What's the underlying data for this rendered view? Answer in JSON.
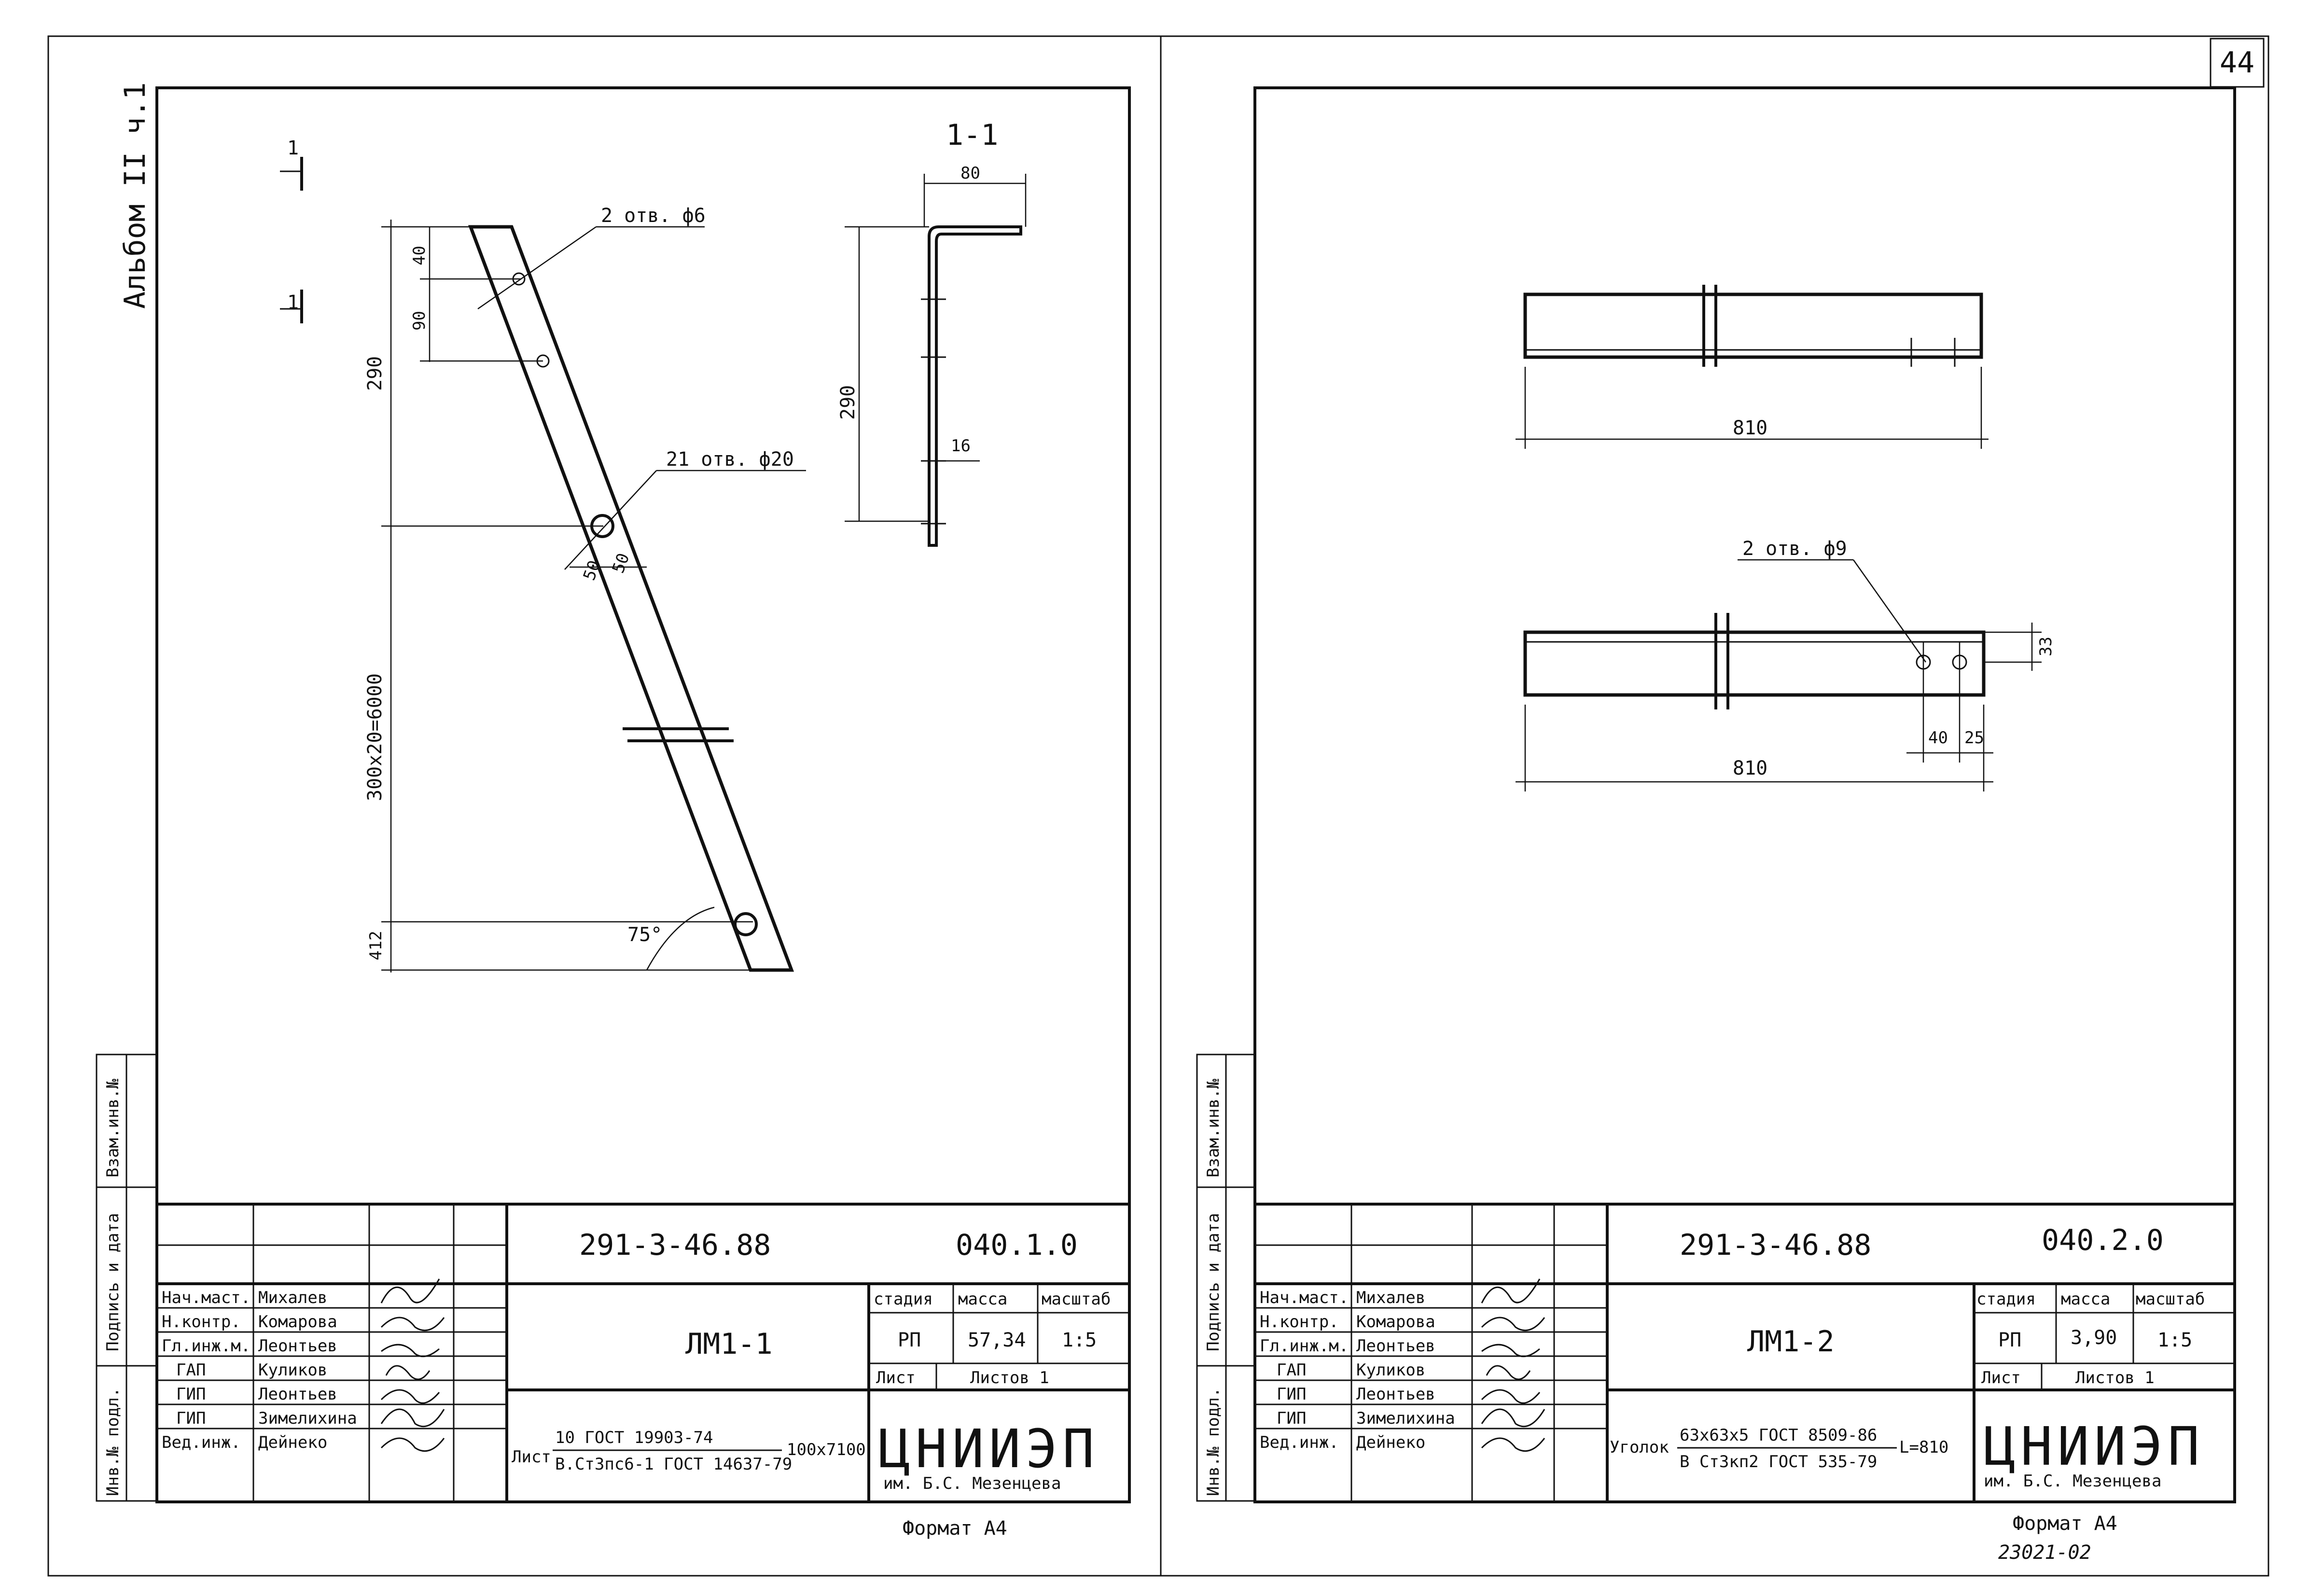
{
  "page_number": "44",
  "album_label": "Альбом II ч.1",
  "bottom_right_code": "23021-02",
  "sheets": [
    {
      "id": "sheet-1",
      "doc_code": "291-3-46.88",
      "sheet_code": "040.1.0",
      "title": "ЛМ1-1",
      "stage": "РП",
      "mass": "57,34",
      "scale": "1:5",
      "sheet_label": "Лист",
      "sheets_label": "Листов 1",
      "material_prefix": "Лист",
      "material_top": "10 ГОСТ 19903-74",
      "material_bottom": "В.Ст3пс6-1 ГОСТ 14637-79",
      "material_suffix": "100x7100",
      "org": "ЦНИИЭП",
      "org_sub": "им. Б.С. Мезенцева",
      "format": "Формат А4",
      "staff": [
        {
          "role": "Нач.маст.",
          "name": "Михалев"
        },
        {
          "role": "Н.контр.",
          "name": "Комарова"
        },
        {
          "role": "Гл.инж.м.",
          "name": "Леонтьев"
        },
        {
          "role": "ГАП",
          "name": "Куликов"
        },
        {
          "role": "ГИП",
          "name": "Леонтьев"
        },
        {
          "role": "ГИП",
          "name": "Зимелихина"
        },
        {
          "role": "Вед.инж.",
          "name": "Дейнеко"
        }
      ],
      "drawing": {
        "section_label": "1-1",
        "section_mark": "1",
        "callout_holes_small": "2 отв. ф6",
        "callout_holes_large": "21 отв. ф20",
        "dims": [
          "290",
          "40",
          "90",
          "300x20=6000",
          "412",
          "50",
          "50",
          "75°",
          "80",
          "290",
          "16"
        ]
      }
    },
    {
      "id": "sheet-2",
      "doc_code": "291-3-46.88",
      "sheet_code": "040.2.0",
      "title": "ЛМ1-2",
      "stage": "РП",
      "mass": "3,90",
      "scale": "1:5",
      "sheet_label": "Лист",
      "sheets_label": "Листов 1",
      "material_prefix": "Уголок",
      "material_top": "63x63x5 ГОСТ 8509-86",
      "material_bottom": "В Ст3кп2 ГОСТ 535-79",
      "material_suffix": "L=810",
      "org": "ЦНИИЭП",
      "org_sub": "им. Б.С. Мезенцева",
      "format": "Формат А4",
      "staff": [
        {
          "role": "Нач.маст.",
          "name": "Михалев"
        },
        {
          "role": "Н.контр.",
          "name": "Комарова"
        },
        {
          "role": "Гл.инж.м.",
          "name": "Леонтьев"
        },
        {
          "role": "ГАП",
          "name": "Куликов"
        },
        {
          "role": "ГИП",
          "name": "Леонтьев"
        },
        {
          "role": "ГИП",
          "name": "Зимелихина"
        },
        {
          "role": "Вед.инж.",
          "name": "Дейнеко"
        }
      ],
      "drawing": {
        "callout_holes": "2 отв. ф9",
        "dims": [
          "810",
          "810",
          "40",
          "25",
          "33"
        ]
      }
    }
  ],
  "side_labels": [
    "Взам.инв.№",
    "Подпись и дата",
    "Инв.№ подл."
  ]
}
